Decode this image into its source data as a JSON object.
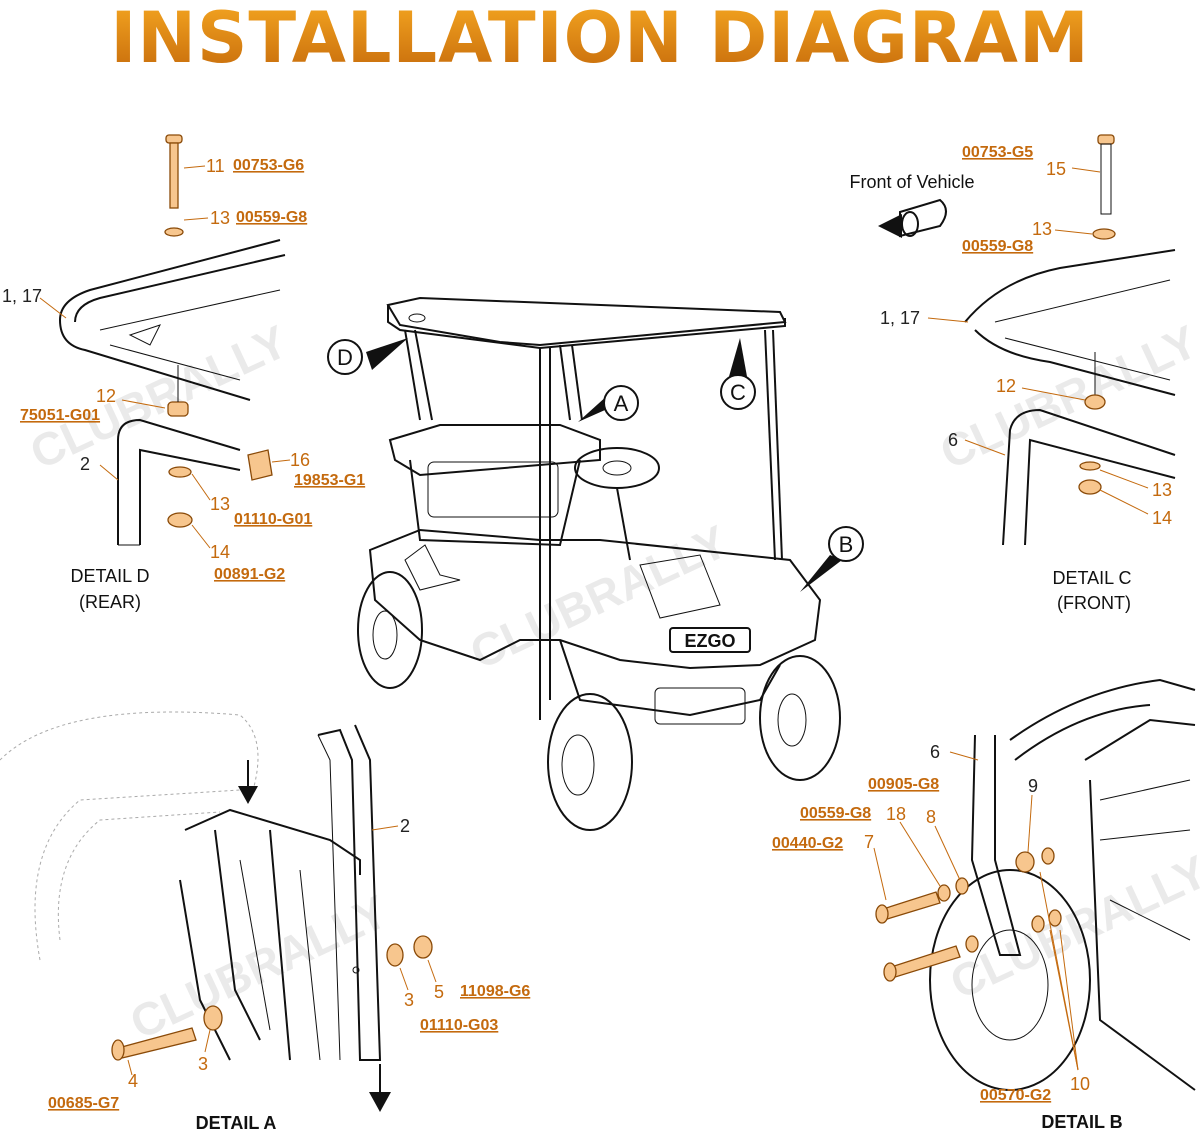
{
  "title": "INSTALLATION DIAGRAM",
  "colors": {
    "title_gradient_top": "#f6a822",
    "title_gradient_bottom": "#c4680a",
    "part_number": "#c46a0e",
    "part_fill": "#f7c68e"
  },
  "front_label": "Front of Vehicle",
  "watermark": "CLUBRALLY",
  "callouts": [
    "A",
    "B",
    "C",
    "D"
  ],
  "logo": "EZGO",
  "detail_d": {
    "title": "DETAIL D",
    "subtitle": "(REAR)",
    "labels": {
      "n11": "11",
      "n13a": "13",
      "n1_17": "1, 17",
      "n12": "12",
      "n2": "2",
      "n16": "16",
      "n13b": "13",
      "n14": "14"
    },
    "parts": {
      "p11": "00753-G6",
      "p13": "00559-G8",
      "p12": "75051-G01",
      "p16": "19853-G1",
      "p13b": "01110-G01",
      "p14": "00891-G2"
    }
  },
  "detail_c": {
    "title": "DETAIL C",
    "subtitle": "(FRONT)",
    "labels": {
      "n15": "15",
      "n13a": "13",
      "n1_17": "1, 17",
      "n12": "12",
      "n6": "6",
      "n13b": "13",
      "n14": "14"
    },
    "parts": {
      "p15": "00753-G5",
      "p13": "00559-G8"
    }
  },
  "detail_a": {
    "title": "DETAIL A",
    "labels": {
      "n2": "2",
      "n3a": "3",
      "n5": "5",
      "n3b": "3",
      "n4": "4"
    },
    "parts": {
      "p5": "11098-G6",
      "p3": "01110-G03",
      "p4": "00685-G7"
    }
  },
  "detail_b": {
    "title": "DETAIL B",
    "labels": {
      "n6": "6",
      "n9": "9",
      "n18": "18",
      "n8": "8",
      "n7": "7",
      "n10": "10"
    },
    "parts": {
      "p1": "00905-G8",
      "p2": "00559-G8",
      "p3": "00440-G2",
      "p4": "00570-G2"
    }
  }
}
